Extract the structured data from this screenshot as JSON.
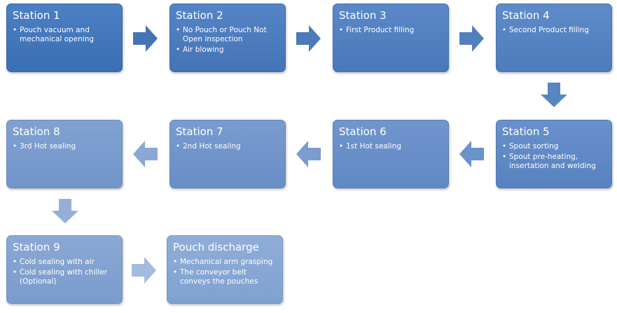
{
  "stations": [
    {
      "title": "Station 1",
      "items": [
        "Pouch vacuum and mechanical opening"
      ]
    },
    {
      "title": "Station 2",
      "items": [
        "No Pouch or Pouch Not Open inspection",
        "Air blowing"
      ]
    },
    {
      "title": "Station 3",
      "items": [
        "First Product filling"
      ]
    },
    {
      "title": "Station 4",
      "items": [
        "Second Product filling"
      ]
    },
    {
      "title": "Station 5",
      "items": [
        "Spout sorting",
        "Spout pre-heating, insertation and welding"
      ]
    },
    {
      "title": "Station 6",
      "items": [
        "1st  Hot sealing"
      ]
    },
    {
      "title": "Station 7",
      "items": [
        "2nd  Hot sealing"
      ]
    },
    {
      "title": "Station 8",
      "items": [
        "3rd  Hot sealing"
      ]
    },
    {
      "title": "Station 9",
      "items": [
        "Cold sealing with air",
        "Cold sealing with chiller (Optional)"
      ]
    },
    {
      "title": "Pouch discharge",
      "items": [
        "Mechanical arm grasping",
        "The conveyor belt conveys the pouches"
      ]
    }
  ],
  "colors": {
    "box_dark": "#3a6fb4",
    "box_light": "#80a1cf",
    "arrow_dark": "#3a6fb4",
    "arrow_light": "#a9bde0",
    "text": "#ffffff"
  }
}
